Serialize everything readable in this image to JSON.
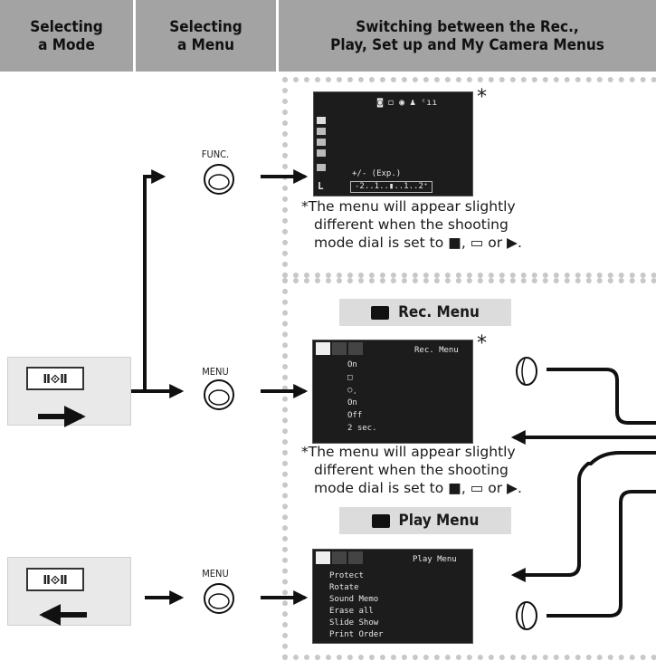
{
  "headers": {
    "mode": [
      "Selecting",
      "a Mode"
    ],
    "menu": [
      "Selecting",
      "a Menu"
    ],
    "switching": [
      "Switching between the Rec.,",
      "Play, Set up and My Camera Menus"
    ]
  },
  "buttons": {
    "func_label": "FUNC.",
    "menu_label_rec": "MENU",
    "menu_label_play": "MENU"
  },
  "func_screen": {
    "top_icons": "◙ ◻   ◉ ♟ ᶜıı",
    "asterisk": "*",
    "exp_label": "+/- (Exp.)",
    "exp_scale": "-2..1..▮..1..2⁺",
    "side_l": "L"
  },
  "note_top": {
    "line1": "*The menu will appear slightly",
    "line2": "different when the shooting",
    "line3": "mode dial is set to ■, ▭ or ▶."
  },
  "rec_menu": {
    "title": "Rec. Menu",
    "screen_title": "Rec. Menu",
    "asterisk": "*",
    "items": [
      "On",
      "□",
      "○̧",
      "On",
      "Off",
      "2 sec."
    ]
  },
  "note_mid": {
    "line1": "*The menu will appear slightly",
    "line2": "different when the shooting",
    "line3": "mode dial is set to ■, ▭ or ▶."
  },
  "play_menu": {
    "title": "Play Menu",
    "screen_title": "Play Menu",
    "items": [
      "Protect",
      "Rotate",
      "Sound Memo",
      "Erase all",
      "Slide Show",
      "Print Order"
    ]
  }
}
